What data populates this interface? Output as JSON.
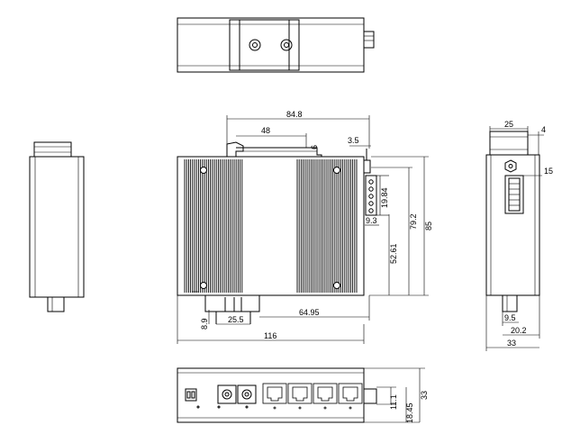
{
  "dimensions": {
    "top_width": "84.8",
    "rail_width": "48",
    "rail_hook": "6",
    "rail_offset": "3.5",
    "total_height": "85",
    "connector_height": "79.2",
    "rail_center_height": "52.61",
    "terminal_height": "19.84",
    "terminal_width": "9.3",
    "fiber_offset": "8.9",
    "fiber_width": "25.5",
    "ports_width": "64.95",
    "total_width": "116",
    "side_width": "25",
    "side_edge": "4",
    "side_screw": "15",
    "side_conn_small": "9.5",
    "side_conn_large": "20.2",
    "side_total": "33",
    "front_small": "11.1",
    "front_mid": "18.45",
    "front_total": "33"
  }
}
